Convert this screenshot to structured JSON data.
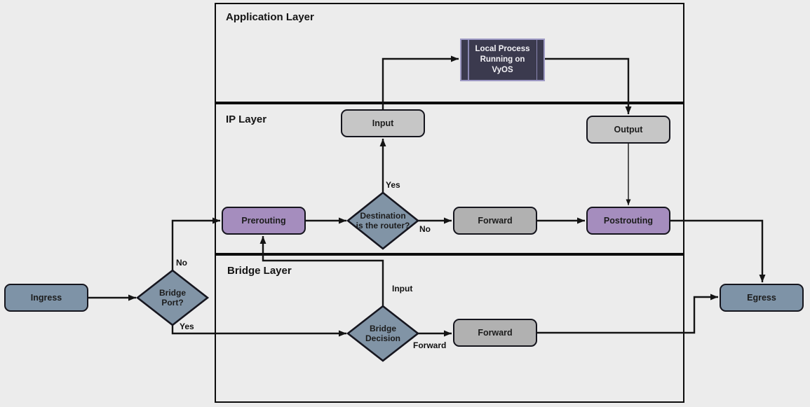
{
  "diagram": {
    "layers": {
      "application": {
        "title": "Application Layer"
      },
      "ip": {
        "title": "IP Layer"
      },
      "bridge": {
        "title": "Bridge Layer"
      }
    },
    "nodes": {
      "ingress": {
        "label": "Ingress"
      },
      "bridge_port": {
        "lines": [
          "Bridge",
          "Port?"
        ]
      },
      "prerouting": {
        "label": "Prerouting"
      },
      "destination": {
        "lines": [
          "Destination",
          "is the router?"
        ]
      },
      "input": {
        "label": "Input"
      },
      "local_process": {
        "lines": [
          "Local Process",
          "Running on",
          "VyOS"
        ]
      },
      "output": {
        "label": "Output"
      },
      "forward_ip": {
        "label": "Forward"
      },
      "postrouting": {
        "label": "Postrouting"
      },
      "bridge_decision": {
        "lines": [
          "Bridge",
          "Decision"
        ]
      },
      "forward_bridge": {
        "label": "Forward"
      },
      "egress": {
        "label": "Egress"
      }
    },
    "edge_labels": {
      "bridge_port_no": "No",
      "bridge_port_yes": "Yes",
      "destination_yes": "Yes",
      "destination_no": "No",
      "bridge_decision_input": "Input",
      "bridge_decision_forward": "Forward"
    },
    "colors": {
      "background": "#ececec",
      "connector": "#141414",
      "box_border": "#15151d",
      "gray_light_fill": "#c6c6c6",
      "gray_fill": "#b1b1b1",
      "purple_fill": "#a58dbe",
      "steel_blue_fill": "#7e93a7",
      "diamond_fill": "#8194a6",
      "local_process_fill": "#3b3a4e",
      "local_process_border": "#9d99c4"
    }
  }
}
